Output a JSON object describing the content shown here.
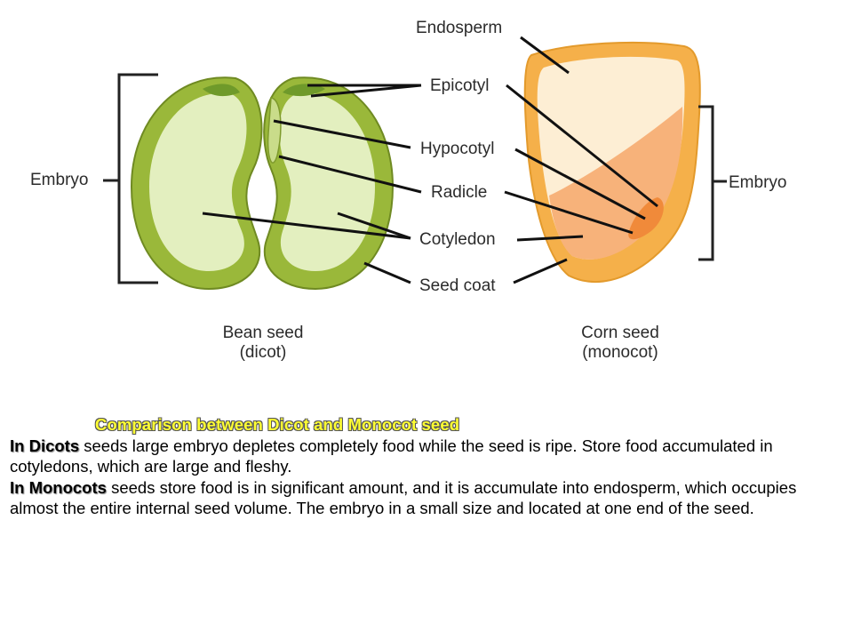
{
  "labels": {
    "endosperm": "Endosperm",
    "epicotyl": "Epicotyl",
    "hypocotyl": "Hypocotyl",
    "radicle": "Radicle",
    "cotyledon": "Cotyledon",
    "seed_coat": "Seed coat",
    "embryo_left": "Embryo",
    "embryo_right": "Embryo"
  },
  "captions": {
    "bean_line1": "Bean seed",
    "bean_line2": "(dicot)",
    "corn_line1": "Corn seed",
    "corn_line2": "(monocot)"
  },
  "colors": {
    "bean_coat": "#9ab83a",
    "bean_inner": "#e3efbf",
    "corn_outer": "#f5b04a",
    "corn_endosperm": "#fdeed4",
    "corn_embryo": "#f7b27a"
  },
  "text": {
    "heading": "Comparison between Dicot and Monocot seed",
    "dicot_term": "In Dicots",
    "dicot_body": " seeds large embryo depletes completely food while the seed is ripe. Store food accumulated  in cotyledons, which are large and fleshy.",
    "monocot_term": "In Monocots",
    "monocot_body": " seeds store food is in significant amount, and it  is accumulate into endosperm, which occupies almost the entire internal seed volume. The embryo in a small size and located at one end of the seed."
  }
}
